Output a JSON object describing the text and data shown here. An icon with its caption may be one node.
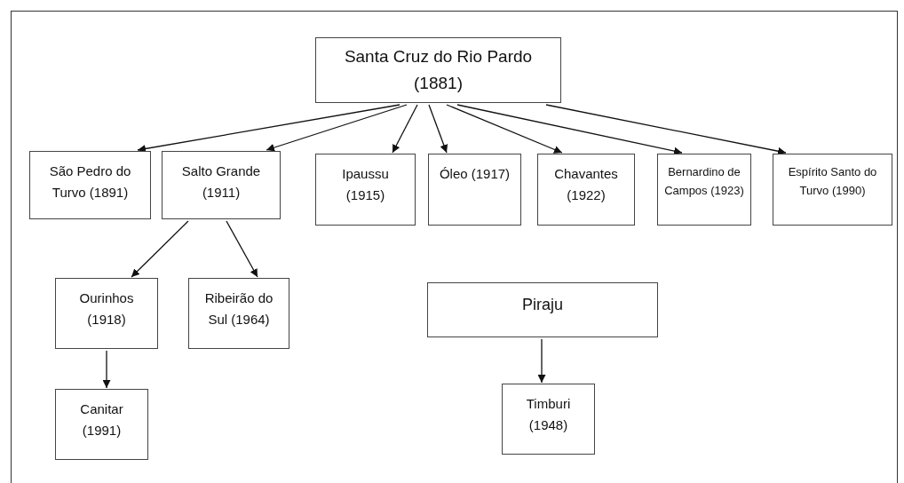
{
  "diagram": {
    "nodes": [
      {
        "text": [
          "Santa Cruz do Rio Pardo (1881)"
        ]
      },
      {
        "text": [
          "São Pedro do Turvo (1891)"
        ]
      },
      {
        "text": [
          "Salto Grande (1911)"
        ]
      },
      {
        "text": [
          "Ipaussu (1915)"
        ]
      },
      {
        "text": [
          "Óleo (1917)"
        ]
      },
      {
        "text": [
          "Chavantes (1922)"
        ]
      },
      {
        "text": [
          "Bernardino de Campos (1923)"
        ]
      },
      {
        "text": [
          "Espírito Santo do Turvo (1990)"
        ]
      },
      {
        "text": [
          "Ourinhos (1918)"
        ]
      },
      {
        "text": [
          "Ribeirão do Sul (1964)"
        ]
      },
      {
        "text": [
          "Canitar (1991)"
        ]
      },
      {
        "text": [
          "Piraju"
        ]
      },
      {
        "text": [
          "Timburi (1948)"
        ]
      }
    ],
    "edges": [
      {
        "from": 0,
        "to": 1,
        "arrow": "to"
      },
      {
        "from": 0,
        "to": 2,
        "arrow": "to"
      },
      {
        "from": 0,
        "to": 3,
        "arrow": "to"
      },
      {
        "from": 0,
        "to": 4,
        "arrow": "to"
      },
      {
        "from": 0,
        "to": 5,
        "arrow": "to"
      },
      {
        "from": 0,
        "to": 6,
        "arrow": "to"
      },
      {
        "from": 0,
        "to": 7,
        "arrow": "to"
      },
      {
        "from": 2,
        "to": 8,
        "arrow": "to"
      },
      {
        "from": 2,
        "to": 9,
        "arrow": "to"
      },
      {
        "from": 8,
        "to": 10,
        "arrow": "to"
      },
      {
        "from": 11,
        "to": 12,
        "arrow": "to"
      }
    ]
  }
}
